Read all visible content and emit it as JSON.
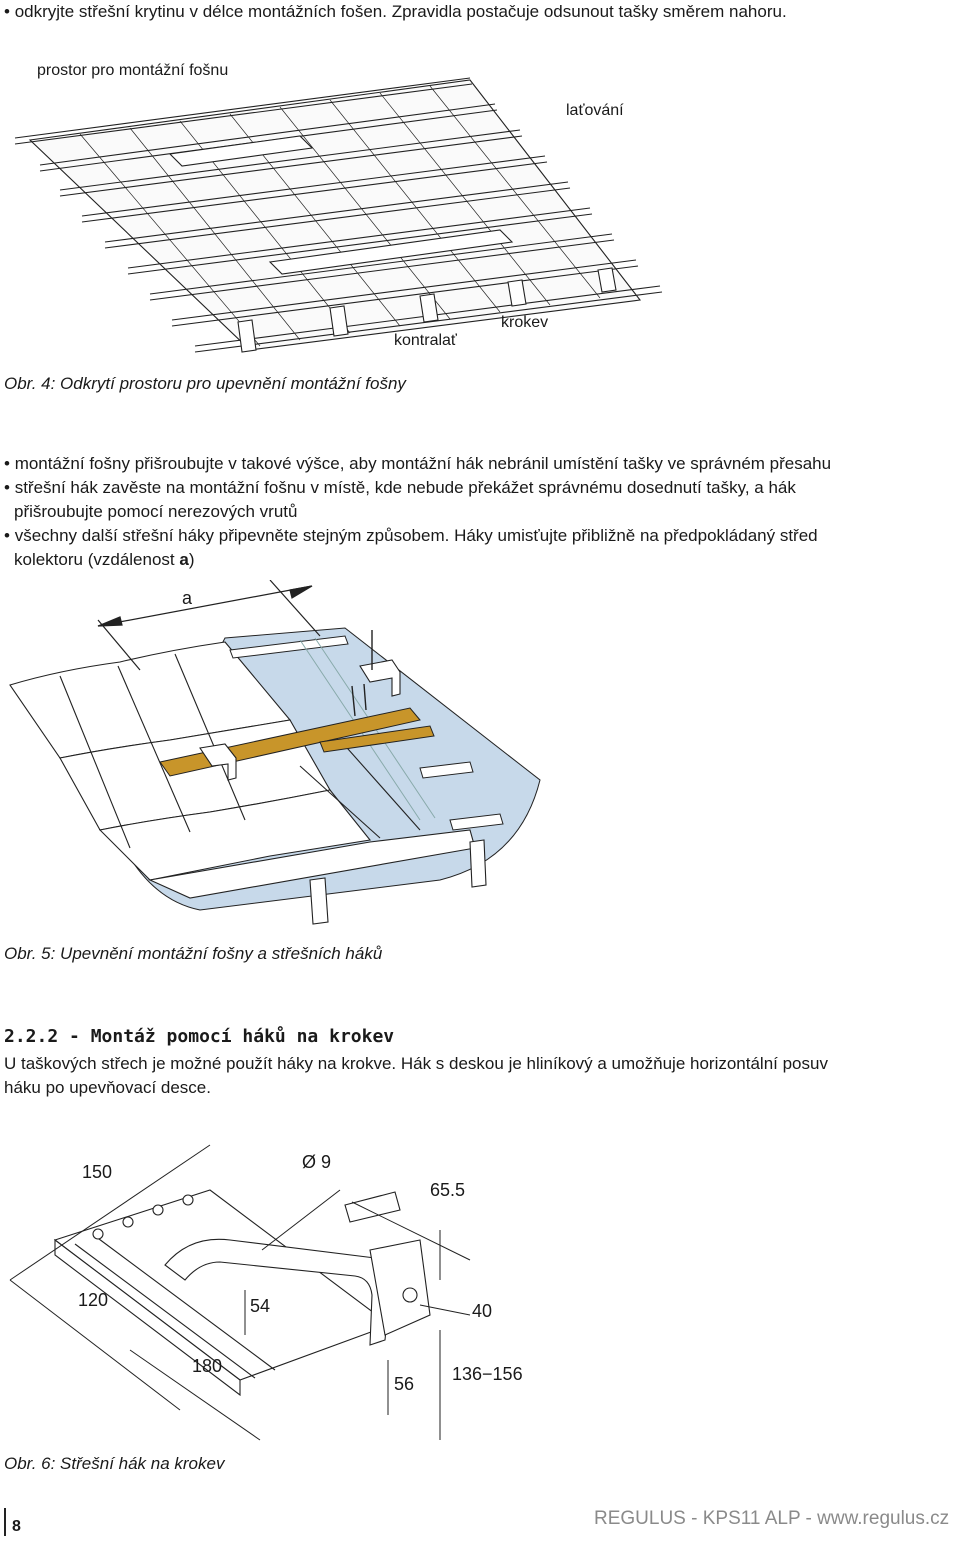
{
  "intro_bullet": "odkryjte střešní krytinu v délce montážních fošen. Zpravidla postačuje odsunout tašky směrem nahoru.",
  "fig4": {
    "label_space": "prostor pro montážní fošnu",
    "label_latovani": "laťování",
    "label_krokev": "krokev",
    "label_kontralat": "kontralať",
    "caption": "Obr. 4: Odkrytí prostoru pro upevnění montážní fošny"
  },
  "bullets": [
    "montážní fošny přišroubujte v takové výšce, aby montážní hák nebránil umístění tašky ve správném přesahu",
    "střešní hák zavěste na montážní fošnu v místě, kde nebude překážet správnému dosednutí tašky, a hák",
    "přišroubujte pomocí nerezových vrutů",
    "všechny další střešní háky připevněte stejným způsobem. Háky umisťujte přibližně na předpokládaný střed",
    "kolektoru (vzdálenost ",
    "a",
    ")"
  ],
  "fig5": {
    "label_a": "a",
    "caption": "Obr. 5: Upevnění montážní fošny a střešních háků"
  },
  "section": {
    "heading": "2.2.2 - Montáž pomocí háků na krokev",
    "para_line1": "U taškových střech je možné použít háky na krokve. Hák s deskou je hliníkový a umožňuje horizontální posuv",
    "para_line2": "háku po upevňovací desce."
  },
  "fig6": {
    "dims": {
      "d150": "150",
      "d9": "Ø 9",
      "d655": "65.5",
      "d120": "120",
      "d54": "54",
      "d40": "40",
      "d180": "180",
      "d56": "56",
      "d136": "136−156"
    },
    "caption": "Obr. 6: Střešní hák na krokev"
  },
  "footer": {
    "page_number": "8",
    "brand": "REGULUS - KPS11 ALP - www.regulus.cz"
  },
  "colors": {
    "board": "#c8952a",
    "membrane": "#c7d9ea",
    "line": "#222222"
  }
}
